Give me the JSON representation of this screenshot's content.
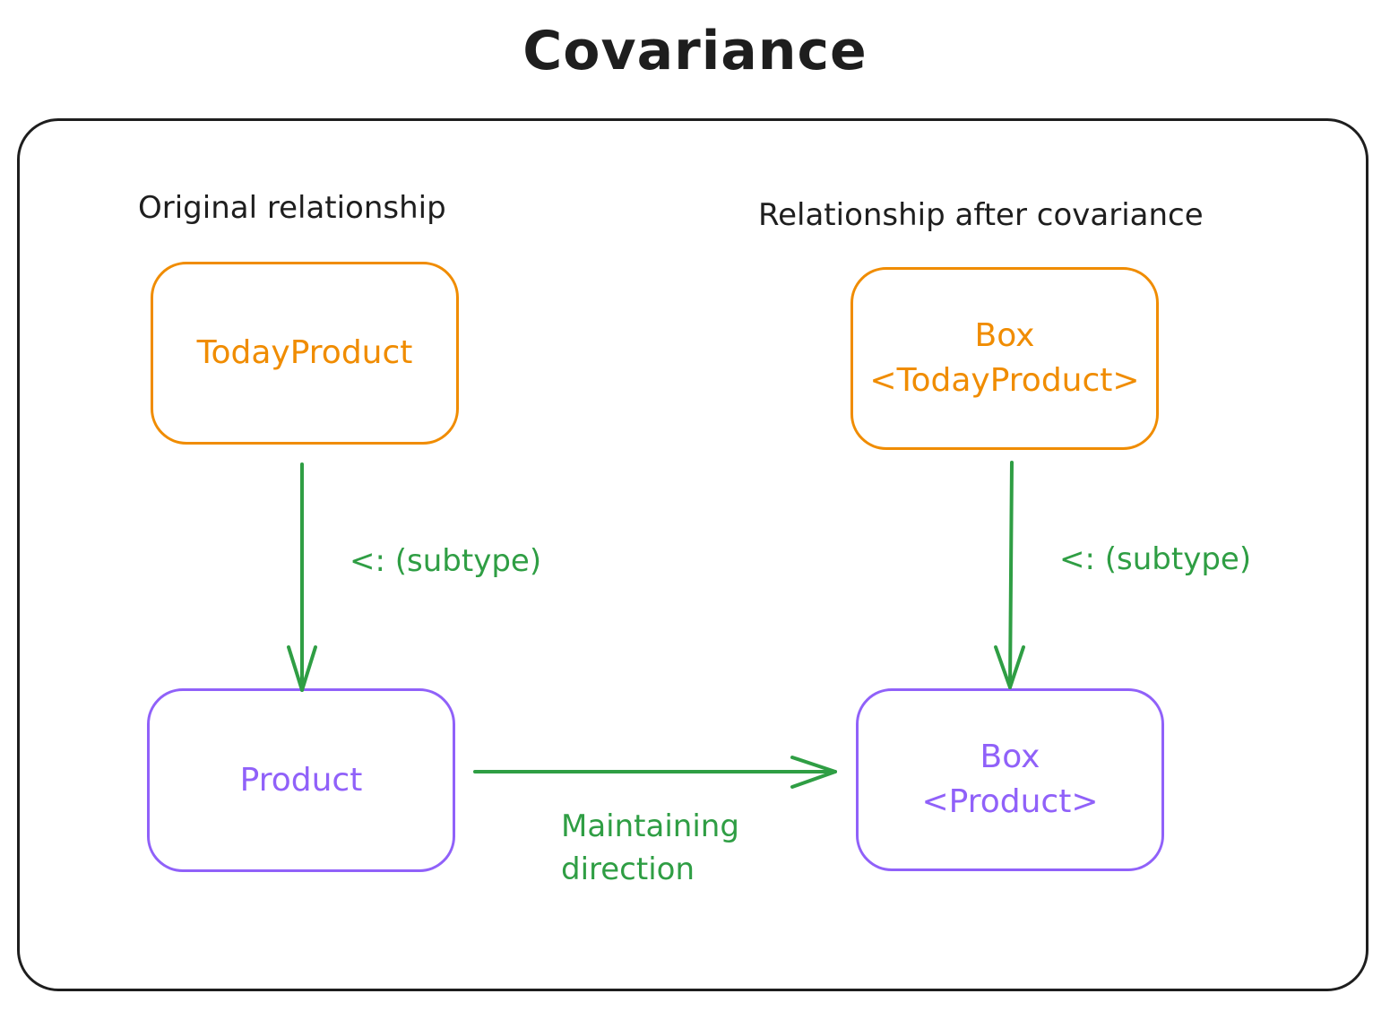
{
  "title": "Covariance",
  "sections": {
    "left": "Original relationship",
    "right": "Relationship after covariance"
  },
  "nodes": {
    "today_product": "TodayProduct",
    "product": "Product",
    "box_today_product": {
      "line1": "Box",
      "line2": "<TodayProduct>"
    },
    "box_product": {
      "line1": "Box",
      "line2": "<Product>"
    }
  },
  "edges": {
    "left_subtype": "<: (subtype)",
    "right_subtype": "<: (subtype)",
    "maintaining": {
      "line1": "Maintaining",
      "line2": "direction"
    }
  },
  "colors": {
    "frame": "#1e1e1e",
    "subtype_node": "#f08c00",
    "supertype_node": "#9061f9",
    "arrow": "#2f9e44"
  }
}
